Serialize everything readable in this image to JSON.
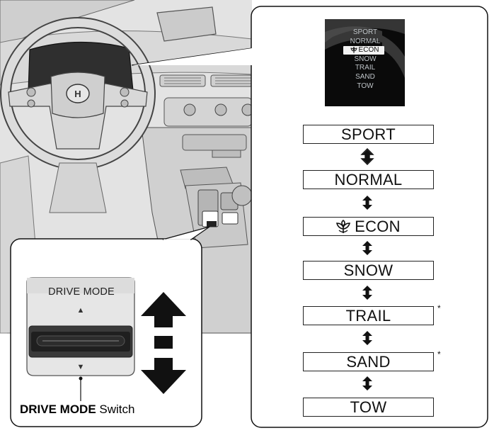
{
  "screen_modes": [
    "SPORT",
    "NORMAL",
    "ECON",
    "SNOW",
    "TRAIL",
    "SAND",
    "TOW"
  ],
  "screen_selected": "ECON",
  "modes": [
    {
      "label": "SPORT",
      "note": ""
    },
    {
      "label": "NORMAL",
      "note": ""
    },
    {
      "label": "ECON",
      "note": "",
      "icon": "econ-leaf-icon"
    },
    {
      "label": "SNOW",
      "note": ""
    },
    {
      "label": "TRAIL",
      "note": "*"
    },
    {
      "label": "SAND",
      "note": "*"
    },
    {
      "label": "TOW",
      "note": ""
    }
  ],
  "switch": {
    "title": "DRIVE MODE",
    "up_glyph": "▲",
    "down_glyph": "▼"
  },
  "caption": {
    "bold": "DRIVE MODE",
    "rest": " Switch"
  }
}
